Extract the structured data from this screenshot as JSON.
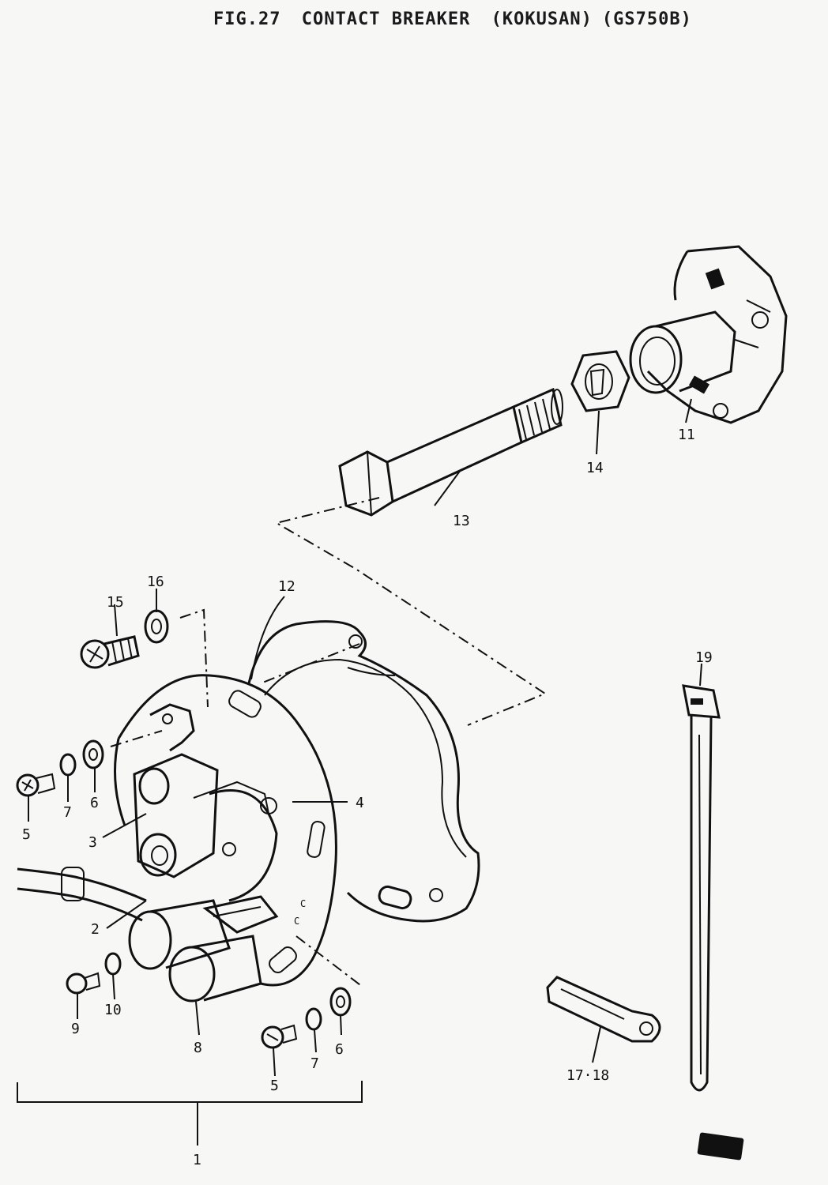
{
  "title": {
    "fig": "FIG.27",
    "name": "CONTACT BREAKER",
    "maker": "(KOKUSAN)",
    "model": "(GS750B)"
  },
  "labels": {
    "p1": "1",
    "p2": "2",
    "p3": "3",
    "p4": "4",
    "p5a": "5",
    "p5b": "5",
    "p6a": "6",
    "p6b": "6",
    "p7a": "7",
    "p7b": "7",
    "p8": "8",
    "p9": "9",
    "p10": "10",
    "p11": "11",
    "p12": "12",
    "p13": "13",
    "p14": "14",
    "p15": "15",
    "p16": "16",
    "p17_18": "17·18",
    "p19": "19",
    "c1": "C",
    "c2": "C"
  },
  "colors": {
    "ink": "#111111",
    "paper": "#f7f7f5"
  }
}
